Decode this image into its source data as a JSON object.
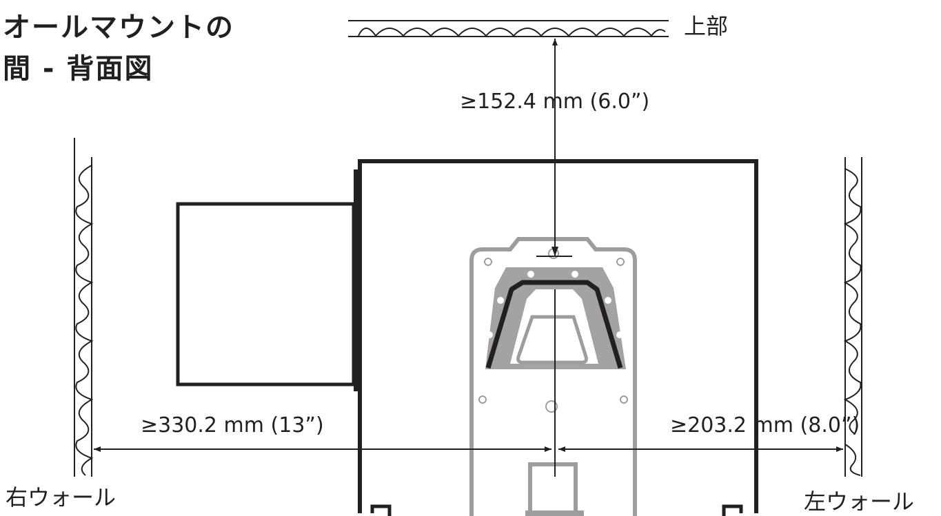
{
  "title_line1": "オールマウントの",
  "title_line2": "間 - 背面図",
  "label_top": "上部",
  "dim_top": "≥152.4 mm (6.0”)",
  "dim_left": "≥330.2 mm (13”)",
  "dim_right": "≥203.2 mm (8.0”)",
  "label_right_wall": "右ウォール",
  "label_left_wall": "左ウォール",
  "colors": {
    "line": "#231f20",
    "bracket": "#9d9d9d",
    "bracket_fill": "#a3a3a3"
  }
}
